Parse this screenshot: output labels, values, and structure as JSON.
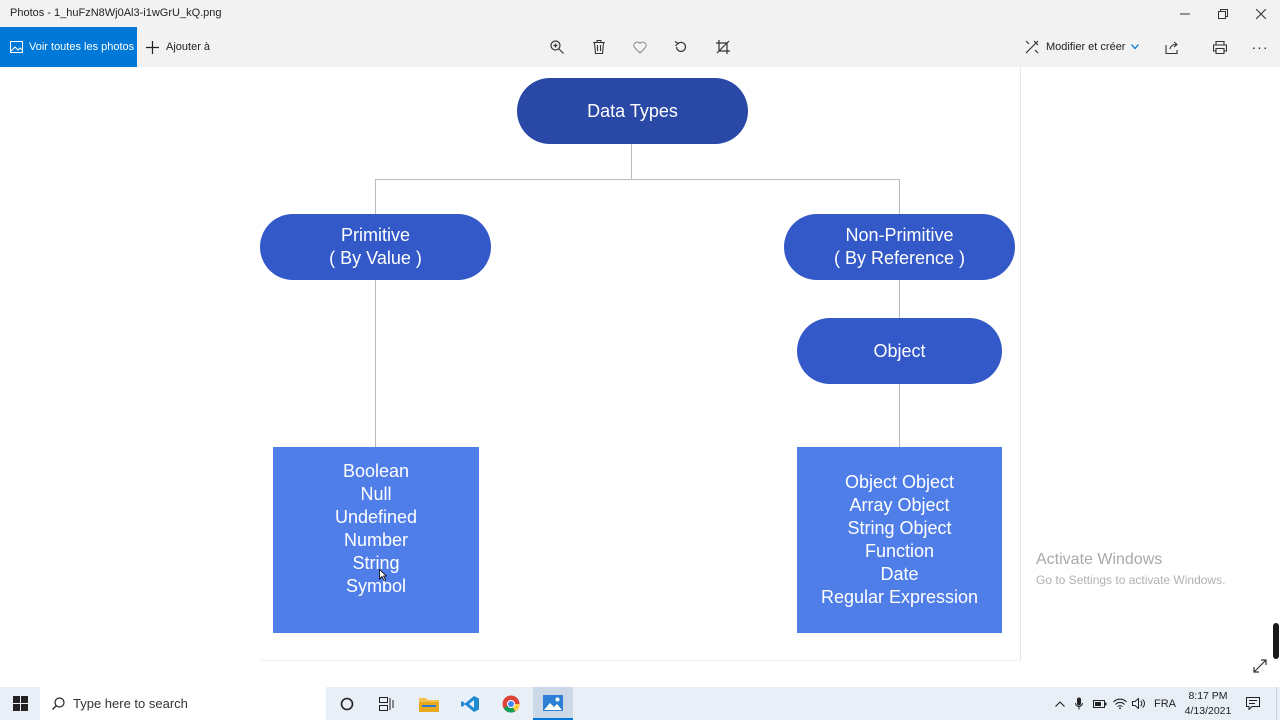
{
  "window": {
    "title": "Photos - 1_huFzN8Wj0Al3-i1wGrU_kQ.png"
  },
  "toolbar": {
    "all_photos_label": "Voir toutes les photos",
    "add_to_label": "Ajouter à",
    "edit_create_label": "Modifier et créer",
    "more_label": "···"
  },
  "diagram": {
    "root": "Data Types",
    "primitive": {
      "title": "Primitive",
      "subtitle": "( By Value )"
    },
    "non_primitive": {
      "title": "Non-Primitive",
      "subtitle": "( By Reference )"
    },
    "object": "Object",
    "primitive_types": [
      "Boolean",
      "Null",
      "Undefined",
      "Number",
      "String",
      "Symbol"
    ],
    "object_types": [
      "Object Object",
      "Array Object",
      "String Object",
      "Function",
      "Date",
      "Regular Expression"
    ],
    "colors": {
      "root": "#2a49a6",
      "pill": "#3358c8",
      "box": "#4f7ee8"
    }
  },
  "watermark": {
    "line1": "Activate Windows",
    "line2": "Go to Settings to activate Windows."
  },
  "taskbar": {
    "search_placeholder": "Type here to search",
    "language": "FRA",
    "time": "8:17 PM",
    "date": "4/13/2021"
  },
  "accent": "#0078d7"
}
